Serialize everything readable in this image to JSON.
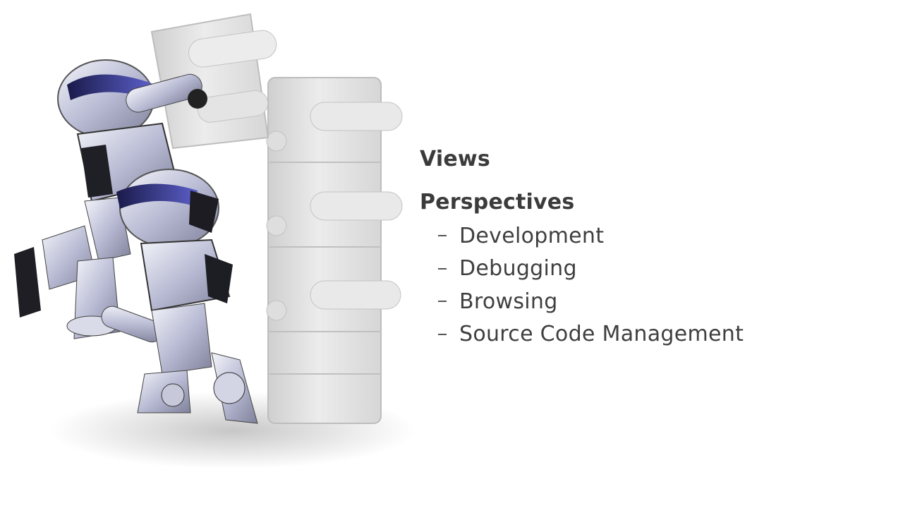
{
  "slide": {
    "illustration": {
      "icon": "robots-stacking-puzzle-pieces-icon"
    },
    "topics": [
      {
        "label": "Views"
      },
      {
        "label": "Perspectives",
        "items": [
          "Development",
          "Debugging",
          "Browsing",
          "Source Code Management"
        ]
      }
    ]
  },
  "colors": {
    "text": "#3b3b3b",
    "background": "#ffffff",
    "robot_body": "#c8cbe0",
    "robot_dark": "#1c1c22",
    "puzzle": "#e2e2e2"
  }
}
